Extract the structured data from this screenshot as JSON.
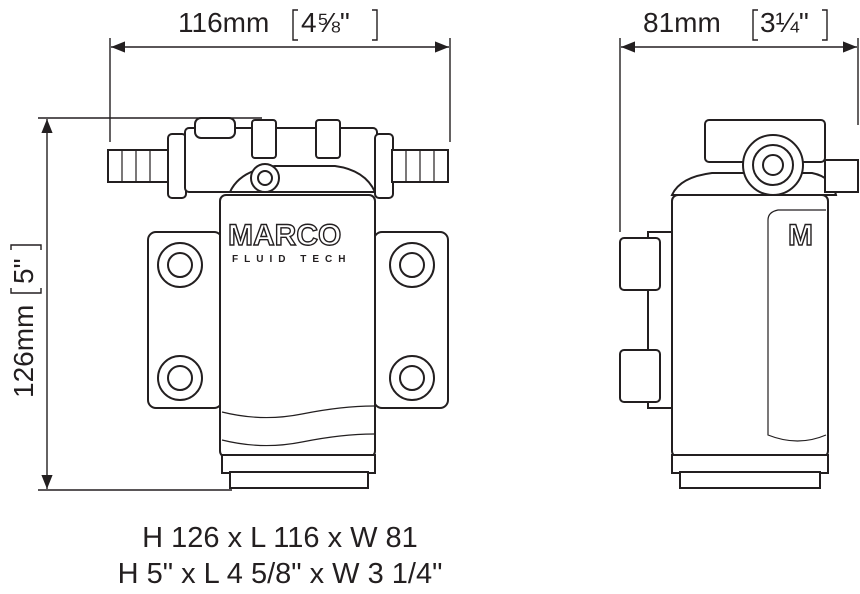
{
  "dimensions": {
    "length": {
      "metric": "116mm",
      "imperial": "4⅝\""
    },
    "width": {
      "metric": "81mm",
      "imperial": "3¼\""
    },
    "height": {
      "metric": "126mm",
      "imperial": "5\""
    }
  },
  "caption": {
    "metric_line": "H 126 x L 116 x W 81",
    "imperial_line": "H 5\" x L 4 5/8\" x W 3 1/4\""
  },
  "logo": {
    "brand": "MARCO",
    "tagline": "FLUID TECH"
  }
}
